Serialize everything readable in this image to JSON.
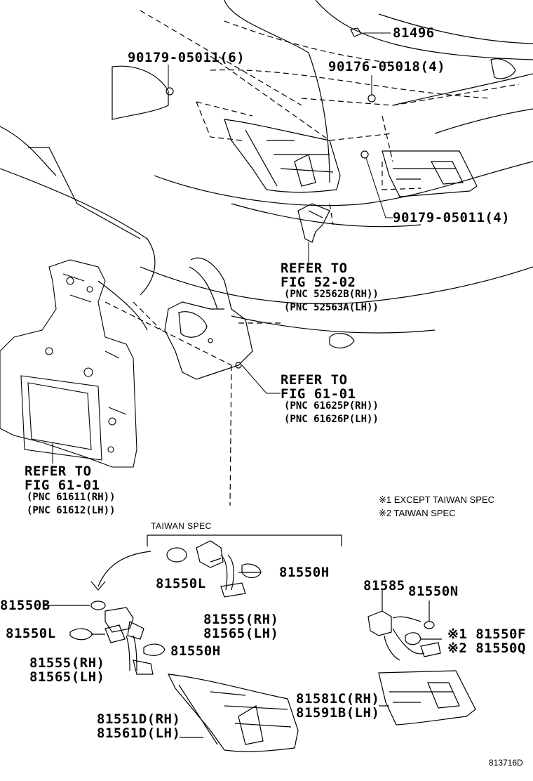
{
  "labels": {
    "p81496": "81496",
    "p90179_6": "90179-05011(6)",
    "p90176_4": "90176-05018(4)",
    "p90179_4": "90179-05011(4)",
    "refer5202": {
      "l1": "REFER TO",
      "l2": "FIG 52-02",
      "l3": "(PNC 52562B(RH))",
      "l4": "(PNC 52563A(LH))"
    },
    "refer6101_right": {
      "l1": "REFER TO",
      "l2": "FIG 61-01",
      "l3": "(PNC 61625P(RH))",
      "l4": "(PNC 61626P(LH))"
    },
    "refer6101_left": {
      "l1": "REFER TO",
      "l2": "FIG 61-01",
      "l3": "(PNC 61611(RH))",
      "l4": "(PNC 61612(LH))"
    },
    "notes": {
      "n1": "※1 EXCEPT TAIWAN SPEC",
      "n2": "※2 TAIWAN SPEC"
    },
    "taiwan_spec": "TAIWAN SPEC",
    "p81550L_tw": "81550L",
    "p81550H_tw": "81550H",
    "p81555_tw": "81555(RH)",
    "p81565_tw": "81565(LH)",
    "p81550B": "81550B",
    "p81550L": "81550L",
    "p81555": "81555(RH)",
    "p81565": "81565(LH)",
    "p81550H": "81550H",
    "p81585": "81585",
    "p81550N": "81550N",
    "p81550F": "※1 81550F",
    "p81550Q": "※2 81550Q",
    "p81581C": "81581C(RH)",
    "p81591B": "81591B(LH)",
    "p81551D": "81551D(RH)",
    "p81561D": "81561D(LH)",
    "diagram_code": "813716D"
  }
}
